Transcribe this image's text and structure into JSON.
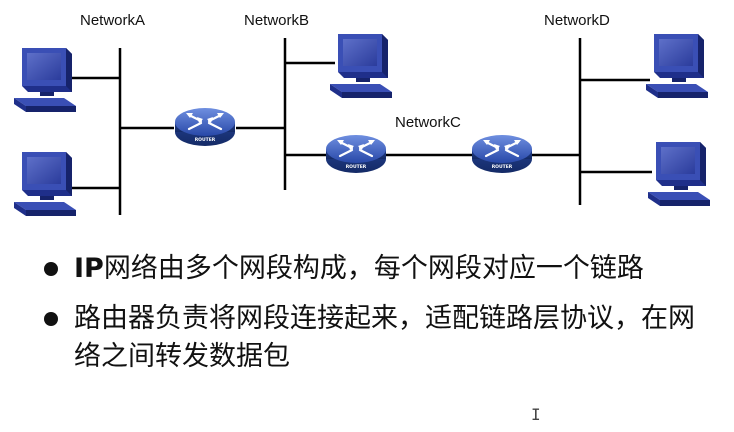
{
  "networks": {
    "a": "NetworkA",
    "b": "NetworkB",
    "c": "NetworkC",
    "d": "NetworkD"
  },
  "router_label": "ROUTER",
  "bullets": [
    {
      "lead": "IP",
      "text": "网络由多个网段构成，每个网段对应一个链路"
    },
    {
      "lead": "",
      "text": "路由器负责将网段连接起来，适配链路层协议，在网络之间转发数据包"
    }
  ],
  "cursor_glyph": "I",
  "colors": {
    "computer": "#1f2f8a",
    "router": "#2a4fb0",
    "line": "#000000"
  }
}
